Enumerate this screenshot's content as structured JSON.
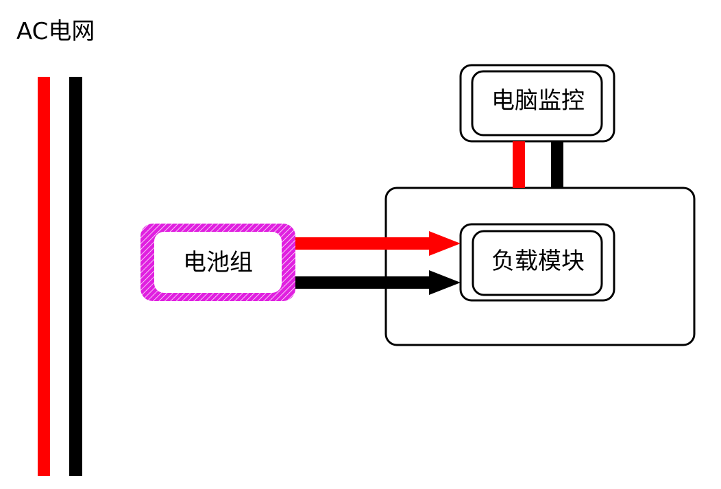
{
  "title": "AC电网",
  "nodes": {
    "battery": {
      "label": "电池组",
      "border_color": "#e020e0"
    },
    "monitor": {
      "label": "电脑监控"
    },
    "load": {
      "label": "负载模块"
    }
  },
  "colors": {
    "positive_wire": "#ff0000",
    "negative_wire": "#000000",
    "outline": "#000000",
    "background": "#ffffff"
  }
}
